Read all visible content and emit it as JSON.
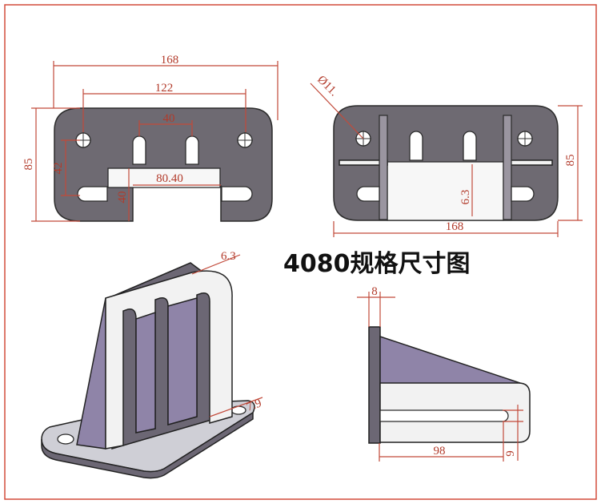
{
  "title": "4080规格尺寸图",
  "colors": {
    "frame": "#d24b3a",
    "dimension": "#c24a3a",
    "part_fill": "#6e6a72",
    "outline": "#2b2b2b"
  },
  "views": {
    "front": {
      "overall_width": "168",
      "hole_spacing": "122",
      "slot_spacing": "40",
      "opening_width": "80.40",
      "overall_height": "85",
      "hole_height": "42",
      "opening_depth": "40"
    },
    "top": {
      "hole_diameter": "Ø11.",
      "overall_width": "168",
      "overall_height": "85",
      "plate_thickness": "6.3"
    },
    "iso": {
      "wall_thickness": "6.3",
      "base_thickness": "7.9"
    },
    "side": {
      "flange_width": "8",
      "base_length": "98",
      "slot_width": "9"
    }
  }
}
